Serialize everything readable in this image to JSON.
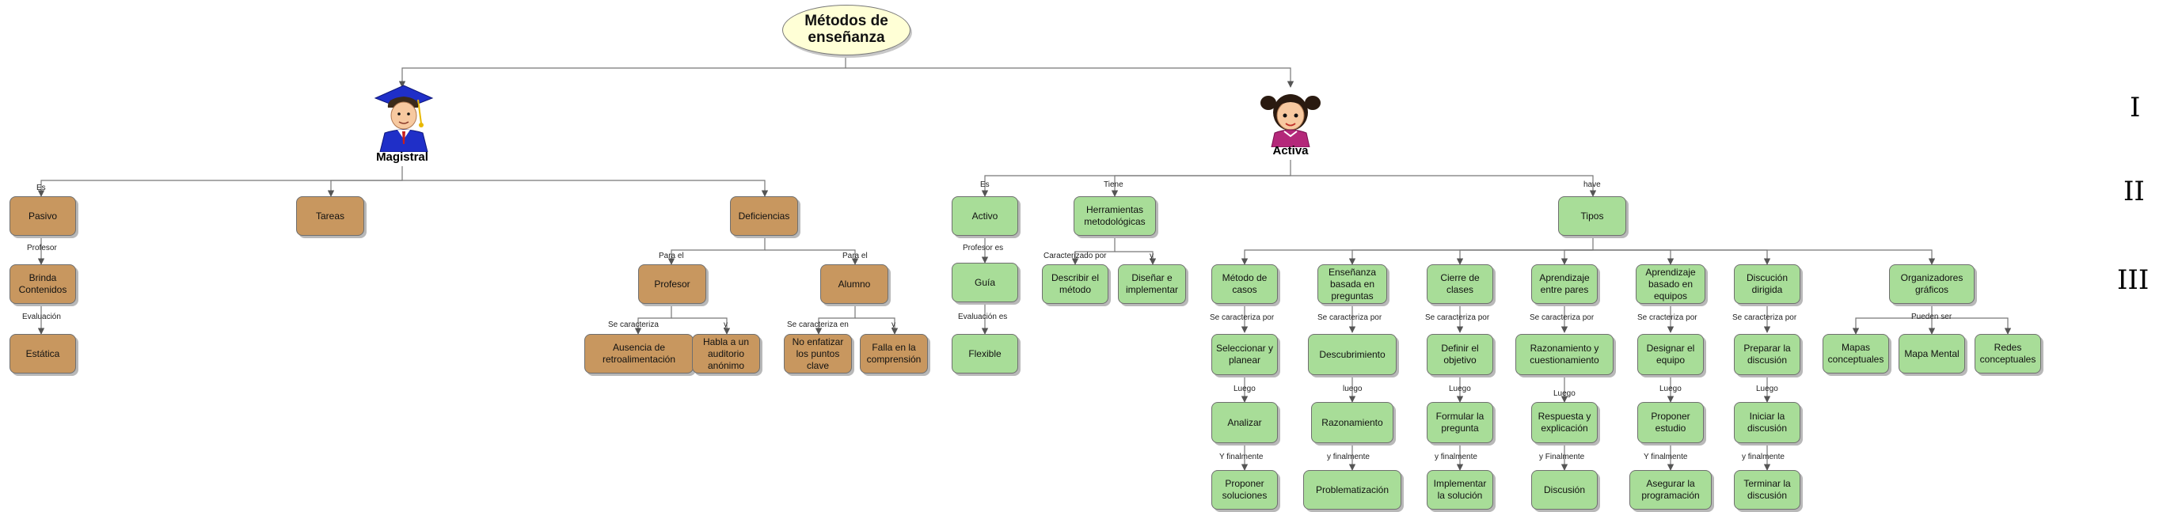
{
  "title": "Métodos de enseñanza",
  "categories": {
    "magistral": "Magistral",
    "activa": "Activa"
  },
  "levels": [
    "I",
    "II",
    "III"
  ],
  "edge_labels": {
    "es_pasivo": "Es",
    "profesor": "Profesor",
    "evaluacion": "Evaluación",
    "para_el_profesor": "Para el",
    "para_el_alumno": "Para el",
    "se_caracteriza": "Se caracteriza",
    "y_profesor": "y",
    "se_caracteriza_en": "Se caracteriza en",
    "y_alumno": "y",
    "es_activo": "Es",
    "tiene": "Tiene",
    "have": "have",
    "profesor_es": "Profesor es",
    "evaluacion_es": "Evaluación es",
    "caracterizado_por": "Caracterizado por",
    "y_herr": "y",
    "puede_ser": "Pueden ser",
    "casos_sc": "Se caracteriza por",
    "casos_luego": "Luego",
    "casos_fin": "Y finalmente",
    "pregunta_sc": "Se caracteriza por",
    "pregunta_luego": "luego",
    "pregunta_fin": "y finalmente",
    "cierre_sc": "Se caracteriza por",
    "cierre_luego": "Luego",
    "cierre_fin": "y finalmente",
    "pares_sc": "Se caracteriza por",
    "pares_luego": "Luego",
    "pares_fin": "y Finalmente",
    "equipos_sc": "Se cracteriza por",
    "equipos_luego": "Luego",
    "equipos_fin": "Y finalmente",
    "dirigida_sc": "Se caracteriza por",
    "dirigida_luego": "Luego",
    "dirigida_fin": "y finalmente"
  },
  "nodes": {
    "pasivo": "Pasivo",
    "tareas": "Tareas",
    "deficiencias": "Deficiencias",
    "brinda_contenidos": "Brinda Contenidos",
    "estatica": "Estática",
    "profesor": "Profesor",
    "alumno": "Alumno",
    "ausencia": "Ausencia de retroalimentación",
    "habla": "Habla a un auditorio anónimo",
    "no_enfatizar": "No enfatizar los puntos clave",
    "falla": "Falla en la comprensión",
    "activo": "Activo",
    "herramientas": "Herramientas metodológicas",
    "tipos": "Tipos",
    "guia": "Guía",
    "flexible": "Flexible",
    "describir": "Describir el método",
    "disenar": "Diseñar e implementar",
    "metodo_casos": "Método de casos",
    "ensenanza_preguntas": "Enseñanza basada en preguntas",
    "cierre_clases": "Cierre de clases",
    "aprendizaje_pares": "Aprendizaje entre pares",
    "aprendizaje_equipos": "Aprendizaje basado en equipos",
    "discusion_dirigida": "Discución dirigida",
    "organizadores": "Organizadores gráficos",
    "seleccionar": "Seleccionar y planear",
    "descubrimiento": "Descubrimiento",
    "definir": "Definir el objetivo",
    "razonamiento_cuest": "Razonamiento y cuestionamiento",
    "designar": "Designar el equipo",
    "preparar": "Preparar la discusión",
    "mapas_conceptuales": "Mapas conceptuales",
    "mapa_mental": "Mapa Mental",
    "redes": "Redes conceptuales",
    "analizar": "Analizar",
    "razonamiento": "Razonamiento",
    "formular": "Formular la pregunta",
    "respuesta": "Respuesta y explicación",
    "proponer_estudio": "Proponer estudio",
    "iniciar": "Iniciar la discusión",
    "proponer_soluciones": "Proponer soluciones",
    "problematizacion": "Problematización",
    "implementar": "Implementar la solución",
    "discusion": "Discusión",
    "asegurar": "Asegurar la programación",
    "terminar": "Terminar la discusión"
  },
  "colors": {
    "magistral_nodes": "#c8975f",
    "activa_nodes": "#a8dd98",
    "root_fill": "#ffffd6",
    "connector": "#777777"
  },
  "icons": [
    "graduate-figure-icon",
    "girl-figure-icon"
  ]
}
